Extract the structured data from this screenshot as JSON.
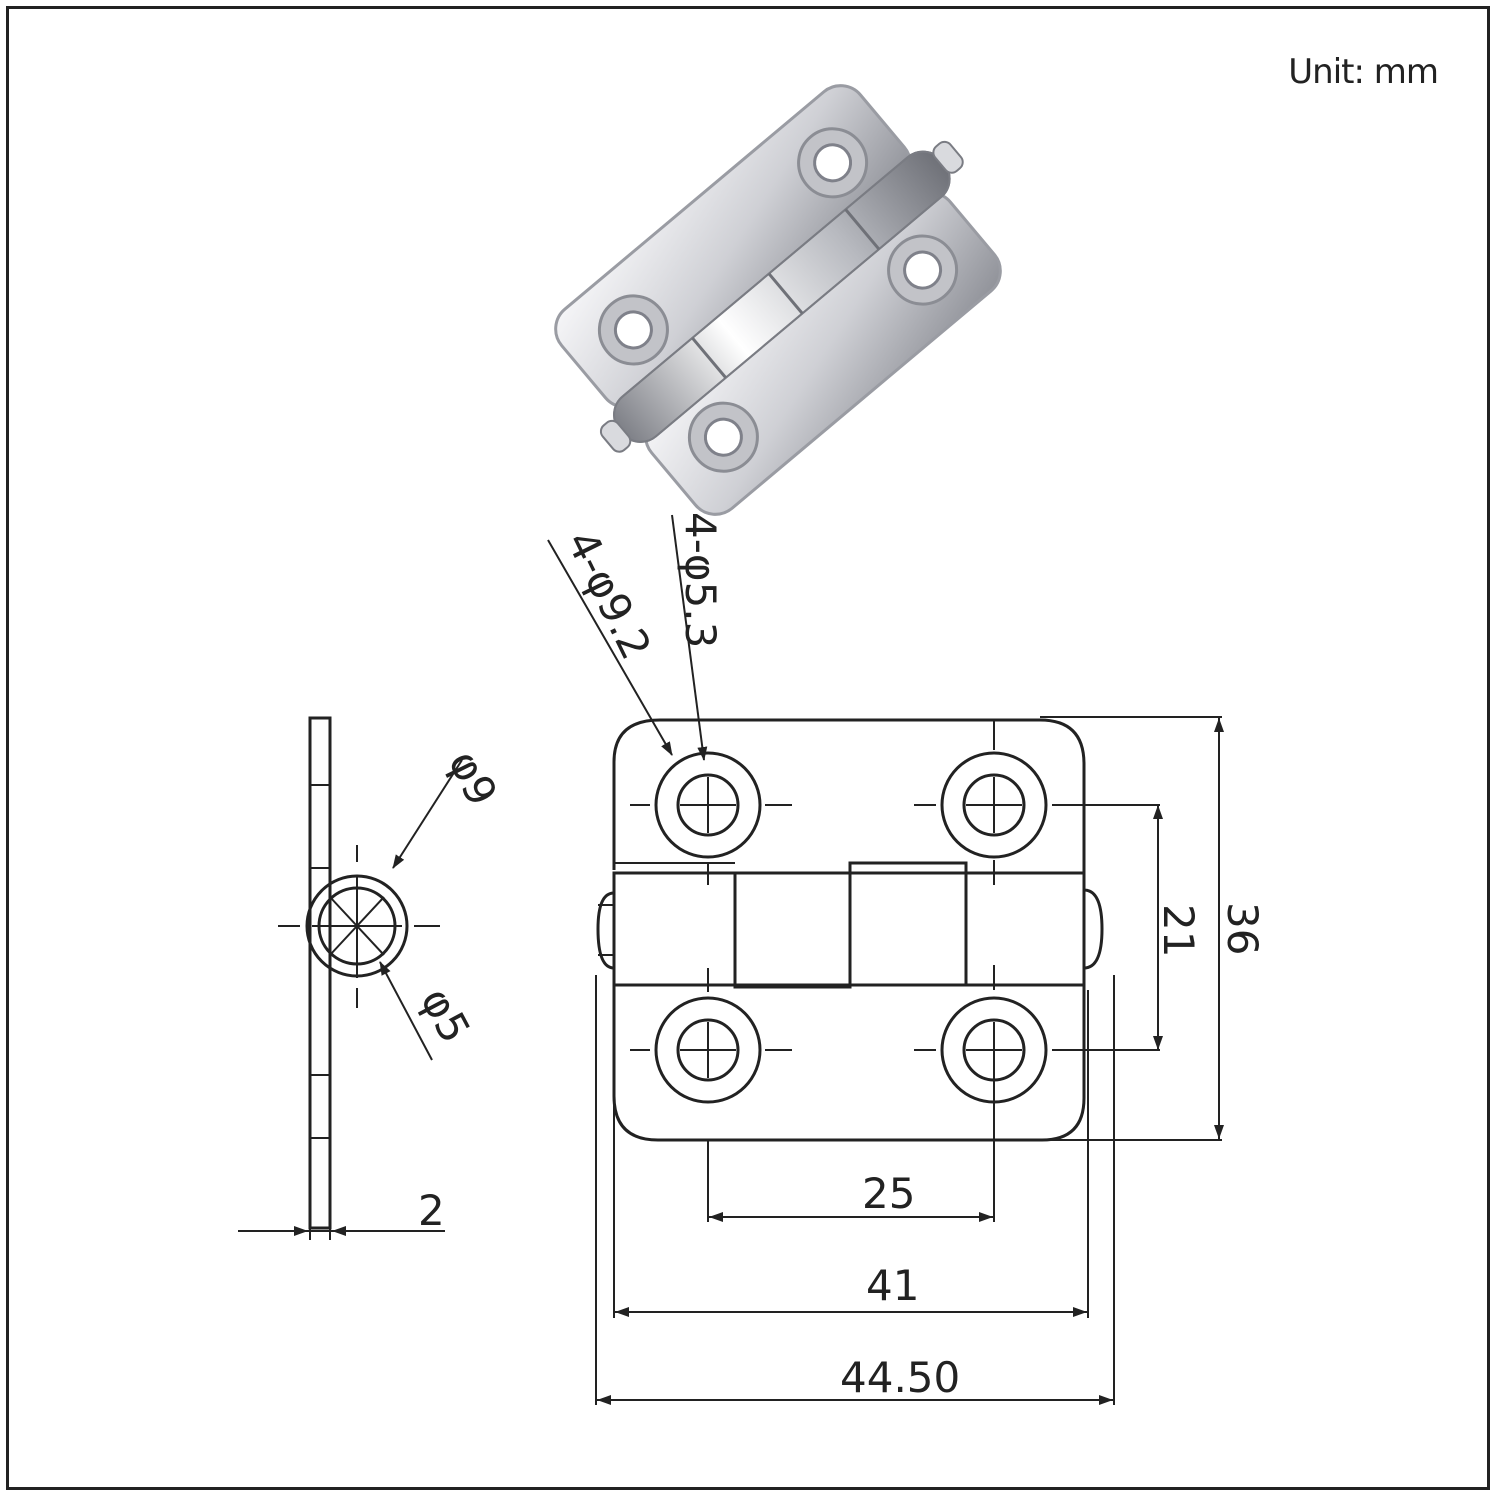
{
  "unit_label": "Unit: mm",
  "photo": {
    "name": "stainless-steel-hinge-photo"
  },
  "dimensions": {
    "holes_countersink": "4-φ9.2",
    "holes_through": "4-φ5.3",
    "pin_outer": "φ9",
    "pin_inner": "φ5",
    "thickness": "2",
    "hole_spacing_vertical": "21",
    "height": "36",
    "hole_spacing_horizontal": "25",
    "width_leaf": "41",
    "width_overall": "44.50"
  },
  "colors": {
    "line": "#222222",
    "steel_light": "#e9e9ec",
    "steel_dark": "#8d8f96"
  }
}
